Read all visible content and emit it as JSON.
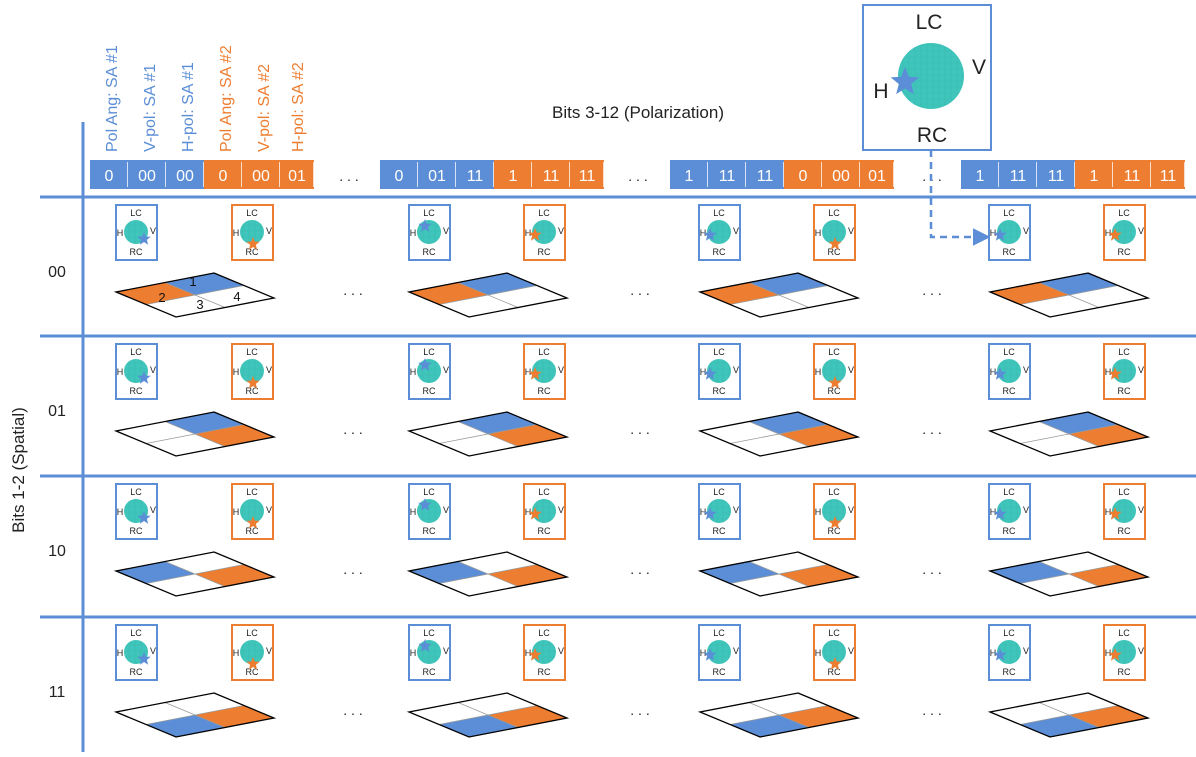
{
  "colors": {
    "sa1": "#5b8ed6",
    "sa2": "#ed7d31",
    "frame": "#5b8ed6",
    "sphere": "#3fc5bb",
    "sphere_edge": "#2aa89f",
    "text": "#222222",
    "tile_line": "#000000"
  },
  "header": {
    "polarization_title": "Bits 3-12 (Polarization)",
    "spatial_title": "Bits 1-2 (Spatial)",
    "column_labels": [
      {
        "text": "Pol Ang: SA #1",
        "sa": 1
      },
      {
        "text": "V-pol: SA #1",
        "sa": 1
      },
      {
        "text": "H-pol: SA #1",
        "sa": 1
      },
      {
        "text": "Pol Ang: SA #2",
        "sa": 2
      },
      {
        "text": "V-pol: SA #2",
        "sa": 2
      },
      {
        "text": "H-pol: SA #2",
        "sa": 2
      }
    ],
    "ellipsis": ". . ."
  },
  "code_groups": [
    {
      "cells": [
        "0",
        "00",
        "00",
        "0",
        "00",
        "01"
      ]
    },
    {
      "cells": [
        "0",
        "01",
        "11",
        "1",
        "11",
        "11"
      ]
    },
    {
      "cells": [
        "1",
        "11",
        "11",
        "0",
        "00",
        "01"
      ]
    },
    {
      "cells": [
        "1",
        "11",
        "11",
        "1",
        "11",
        "11"
      ]
    }
  ],
  "sphere_labels": {
    "top": "LC",
    "bottom": "RC",
    "left": "H",
    "right": "V"
  },
  "inset_sphere": {
    "star_position": "H"
  },
  "rows": [
    {
      "label": "00",
      "pattern": "00",
      "quadrant_numbers": [
        "1",
        "2",
        "3",
        "4"
      ]
    },
    {
      "label": "01",
      "pattern": "01"
    },
    {
      "label": "10",
      "pattern": "10"
    },
    {
      "label": "11",
      "pattern": "11"
    }
  ],
  "group_star_positions": [
    {
      "sa1": "near-V-low",
      "sa2": "RC"
    },
    {
      "sa1": "LC-left",
      "sa2": "H"
    },
    {
      "sa1": "H",
      "sa2": "RC"
    },
    {
      "sa1": "H",
      "sa2": "H"
    }
  ]
}
